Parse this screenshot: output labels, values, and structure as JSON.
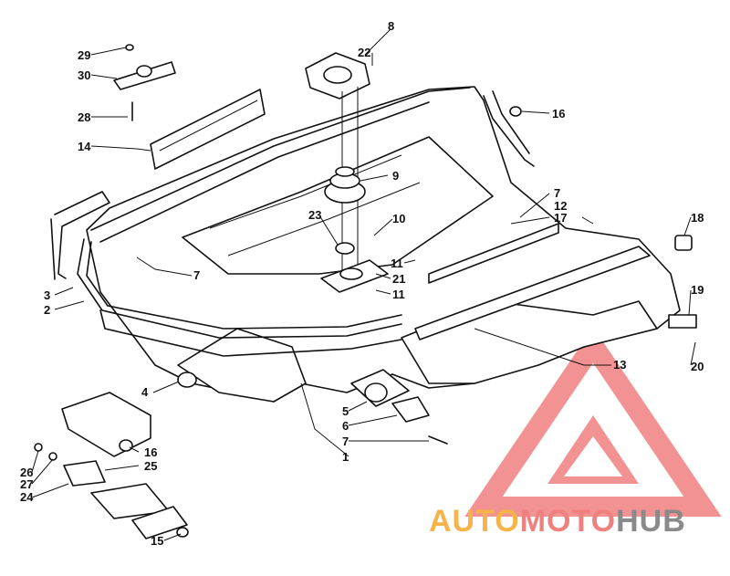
{
  "callouts": [
    {
      "id": "c29",
      "text": "29"
    },
    {
      "id": "c30",
      "text": "30"
    },
    {
      "id": "c28",
      "text": "28"
    },
    {
      "id": "c14",
      "text": "14"
    },
    {
      "id": "c3",
      "text": "3"
    },
    {
      "id": "c2",
      "text": "2"
    },
    {
      "id": "c7a",
      "text": "7"
    },
    {
      "id": "c8",
      "text": "8"
    },
    {
      "id": "c22",
      "text": "22"
    },
    {
      "id": "c9",
      "text": "9"
    },
    {
      "id": "c23",
      "text": "23"
    },
    {
      "id": "c10",
      "text": "10"
    },
    {
      "id": "c11a",
      "text": "11"
    },
    {
      "id": "c21",
      "text": "21"
    },
    {
      "id": "c11b",
      "text": "11"
    },
    {
      "id": "c16a",
      "text": "16"
    },
    {
      "id": "c7b",
      "text": "7"
    },
    {
      "id": "c12",
      "text": "12"
    },
    {
      "id": "c17",
      "text": "17"
    },
    {
      "id": "c18",
      "text": "18"
    },
    {
      "id": "c19",
      "text": "19"
    },
    {
      "id": "c20",
      "text": "20"
    },
    {
      "id": "c13",
      "text": "13"
    },
    {
      "id": "c4",
      "text": "4"
    },
    {
      "id": "c5",
      "text": "5"
    },
    {
      "id": "c6",
      "text": "6"
    },
    {
      "id": "c7c",
      "text": "7"
    },
    {
      "id": "c1",
      "text": "1"
    },
    {
      "id": "c16b",
      "text": "16"
    },
    {
      "id": "c25",
      "text": "25"
    },
    {
      "id": "c26",
      "text": "26"
    },
    {
      "id": "c27",
      "text": "27"
    },
    {
      "id": "c24",
      "text": "24"
    },
    {
      "id": "c15",
      "text": "15"
    }
  ],
  "watermark": {
    "part1": "AUTO",
    "part2": "MOTO",
    "part3": "HUB",
    "color_orange": "#f7b34a",
    "color_red": "#f08080",
    "color_gray": "#8a8a8a"
  }
}
